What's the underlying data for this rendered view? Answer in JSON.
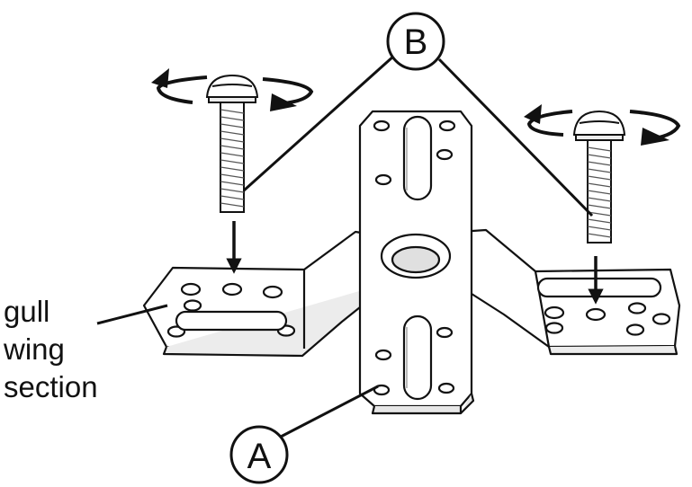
{
  "callouts": {
    "bracket": "A",
    "bolts": "B"
  },
  "label": {
    "line1": "gull",
    "line2": "wing",
    "line3": "section"
  },
  "icons": {
    "rotation": "rotate-arrow-icon",
    "push": "down-arrow-icon"
  },
  "colors": {
    "stroke": "#111111",
    "face": "#ffffff",
    "shade": "#e6e6e6"
  }
}
